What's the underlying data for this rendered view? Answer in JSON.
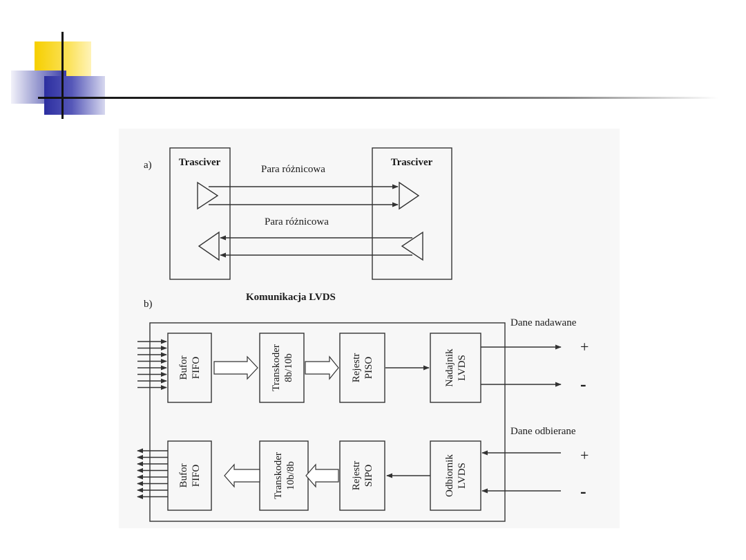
{
  "part_a": {
    "marker": "a)",
    "left_title": "Trasciver",
    "right_title": "Trasciver",
    "pair_top": "Para różnicowa",
    "pair_bottom": "Para różnicowa",
    "caption": "Komunikacja  LVDS"
  },
  "part_b": {
    "marker": "b)",
    "tx_label": "Dane nadawane",
    "rx_label": "Dane odbierane",
    "plus": "+",
    "minus": "-",
    "tx_blocks": [
      {
        "line1": "Bufor",
        "line2": "FIFO"
      },
      {
        "line1": "Transkoder",
        "line2": "8b/10b"
      },
      {
        "line1": "Rejestr",
        "line2": "PISO"
      },
      {
        "line1": "Nadajnik",
        "line2": "LVDS"
      }
    ],
    "rx_blocks": [
      {
        "line1": "Bufor",
        "line2": "FIFO"
      },
      {
        "line1": "Transkoder",
        "line2": "10b/8b"
      },
      {
        "line1": "Rejestr",
        "line2": "SIPO"
      },
      {
        "line1": "Odbiornik",
        "line2": "LVDS"
      }
    ]
  }
}
